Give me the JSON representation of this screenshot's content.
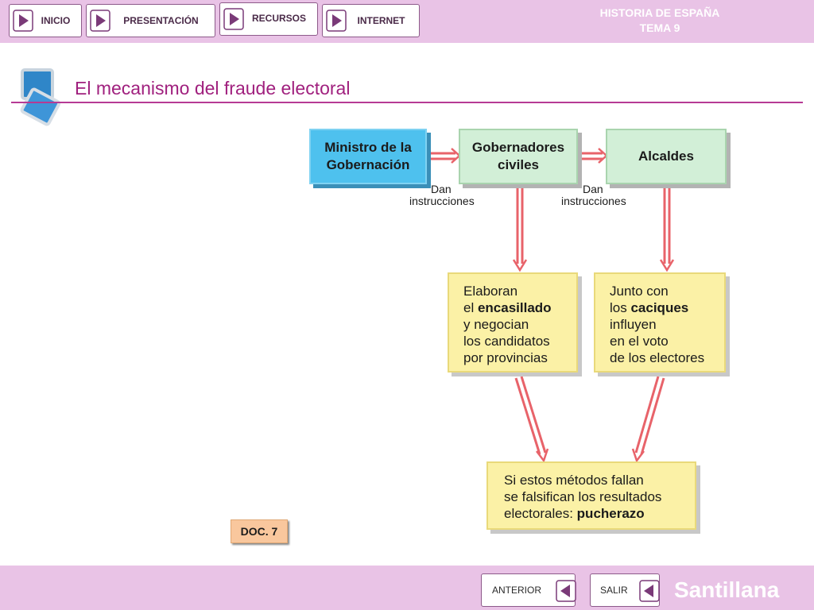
{
  "nav": {
    "inicio": "INICIO",
    "presentacion": "PRESENTACIÓN",
    "recursos": "RECURSOS",
    "internet": "INTERNET"
  },
  "header": {
    "line1": "HISTORIA DE ESPAÑA",
    "line2": "TEMA 9"
  },
  "title": "El mecanismo del fraude electoral",
  "diagram": {
    "box_ministro": [
      "Ministro de la",
      "Gobernación"
    ],
    "box_gobernadores": [
      "Gobernadores",
      "civiles"
    ],
    "box_alcaldes": "Alcaldes",
    "label_1": [
      "Dan",
      "instrucciones"
    ],
    "label_2": [
      "Dan",
      "instrucciones"
    ],
    "box_encasillado": {
      "l1": "Elaboran",
      "l2a": "el ",
      "l2b": "encasillado",
      "l3": "y negocian",
      "l4": "los candidatos",
      "l5": "por provincias"
    },
    "box_caciques": {
      "l1": "Junto con",
      "l2a": "los ",
      "l2b": "caciques",
      "l3": "influyen",
      "l4": "en el voto",
      "l5": "de los electores"
    },
    "box_pucherazo": {
      "l1": "Si estos métodos fallan",
      "l2": "se falsifican los resultados",
      "l3a": "electorales: ",
      "l3b": "pucherazo"
    }
  },
  "doc_badge": "DOC. 7",
  "footer": {
    "anterior": "ANTERIOR",
    "salir": "SALIR",
    "brand": "Santillana"
  },
  "colors": {
    "bar": "#e9c3e6",
    "accent": "#a0207e",
    "arrow": "#e8636a",
    "play_icon": "#7a3a78"
  }
}
